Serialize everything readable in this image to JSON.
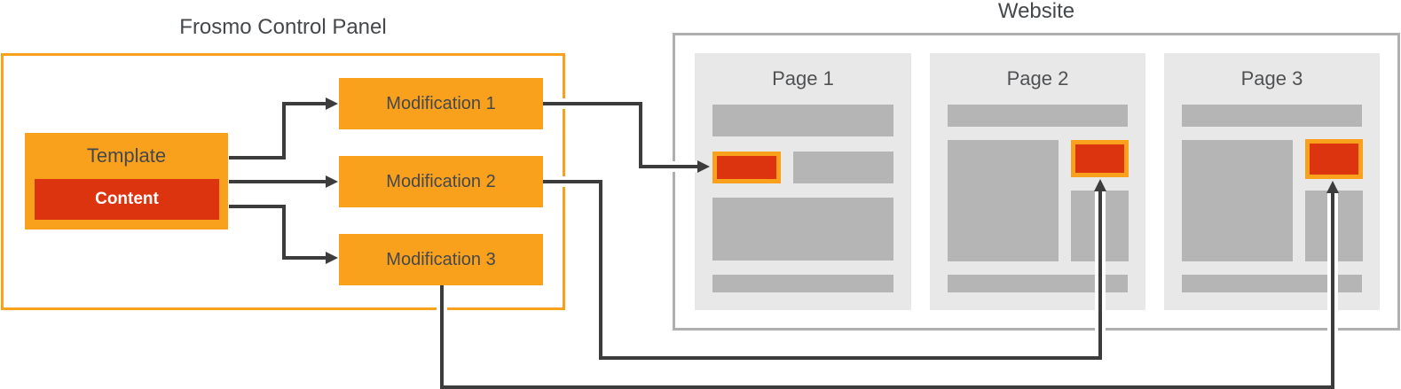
{
  "diagram": {
    "control_panel": {
      "title": "Frosmo Control Panel",
      "template": {
        "label": "Template",
        "content": {
          "label": "Content"
        }
      },
      "modifications": [
        {
          "label": "Modification 1"
        },
        {
          "label": "Modification 2"
        },
        {
          "label": "Modification 3"
        }
      ]
    },
    "website": {
      "title": "Website",
      "pages": [
        {
          "title": "Page 1"
        },
        {
          "title": "Page 2"
        },
        {
          "title": "Page 3"
        }
      ]
    },
    "colors": {
      "orange": "#F9A11D",
      "red": "#DC340E",
      "line": "#3C3C3C",
      "page-bg": "#E8E8E8",
      "block-gray": "#B5B5B5",
      "website-border": "#AFAFAF",
      "text-dark": "#45484B",
      "content-text": "#FFFFFF"
    }
  }
}
